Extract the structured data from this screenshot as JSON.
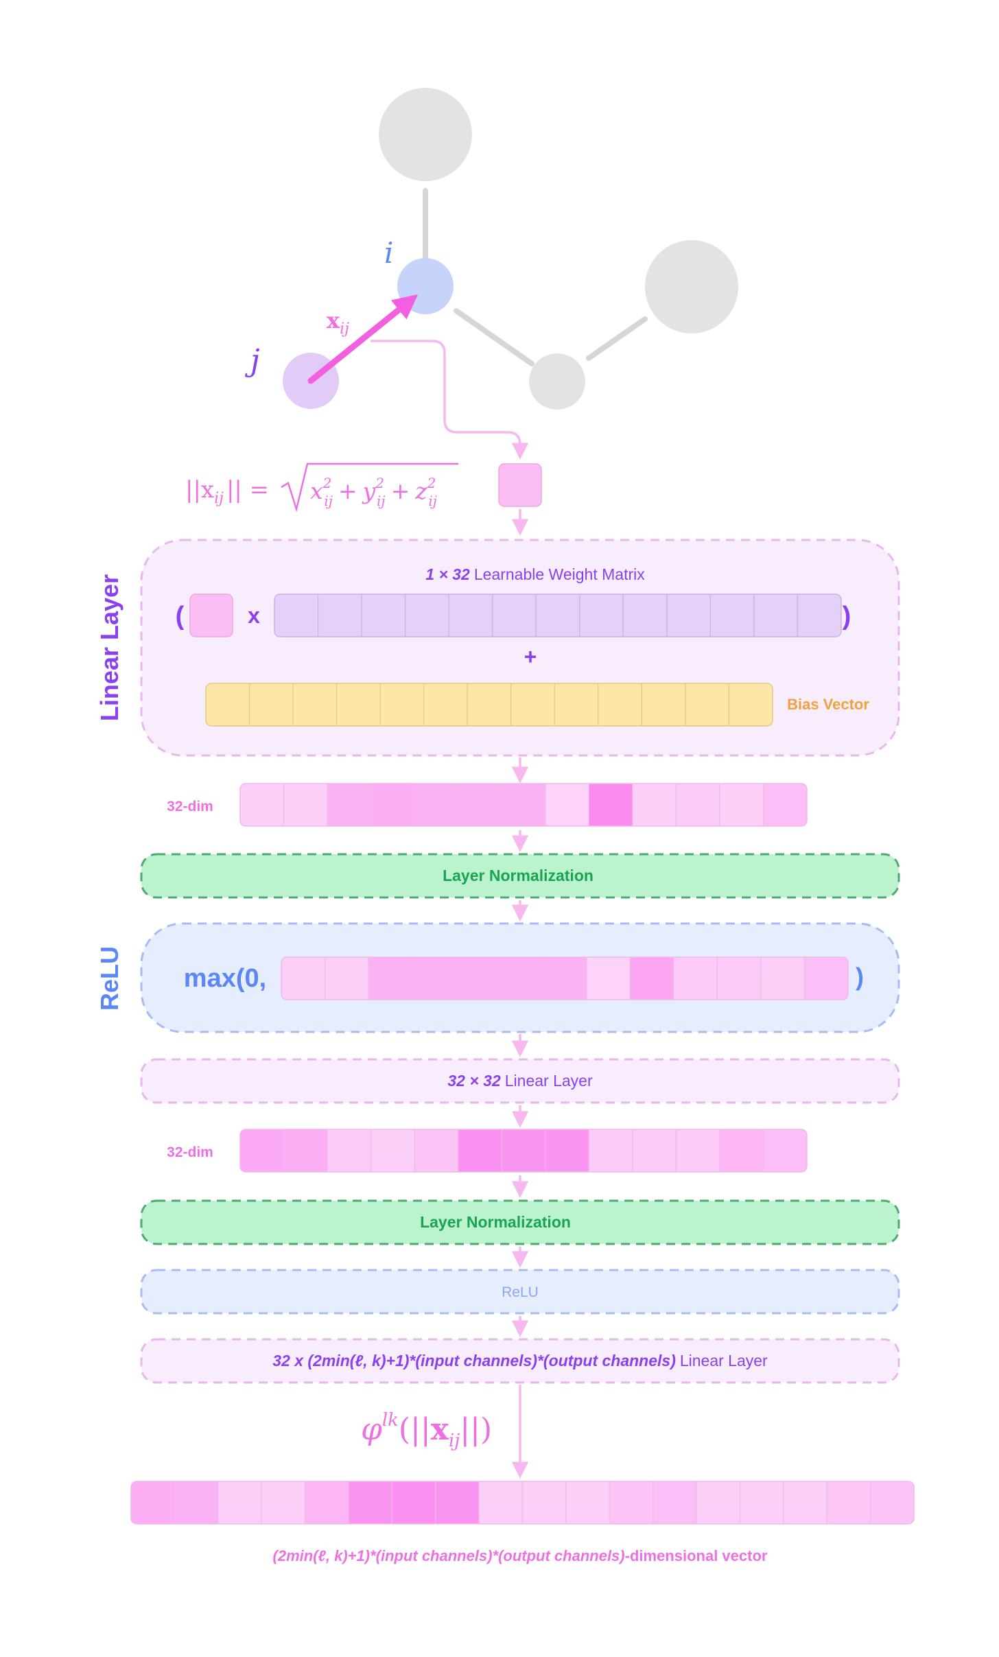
{
  "graph": {
    "label_i": "i",
    "label_j": "j",
    "edge_label": "x",
    "edge_label_sub": "ij",
    "colors": {
      "node_gray": "#e3e3e3",
      "edge_gray": "#d6d6d6",
      "node_i": "#c6d3fb",
      "node_j": "#e3cbf7",
      "arrow": "#f25fe0"
    }
  },
  "norm_formula": {
    "lhs": "||x",
    "lhs_sub": "ij",
    "lhs_close": "|| =",
    "x": "x",
    "y": "y",
    "z": "z",
    "sub": "ij",
    "sup": "2",
    "plus": "+"
  },
  "linear_layer": {
    "side_label": "Linear Layer",
    "title_dims": "1 × 32",
    "title_rest": "Learnable Weight Matrix",
    "open_paren": "(",
    "times": "x",
    "close_paren": ")",
    "plus": "+",
    "bias_label": "Bias Vector"
  },
  "vec1": {
    "label": "32-dim",
    "levels": [
      0.2,
      0.2,
      0.55,
      0.6,
      0.55,
      0.55,
      0.55,
      0.15,
      1.0,
      0.2,
      0.25,
      0.2,
      0.4
    ]
  },
  "norm1": {
    "label": "Layer Normalization"
  },
  "relu": {
    "side_label": "ReLU",
    "prefix": "max(0,",
    "suffix": ")",
    "levels": [
      0.2,
      0.2,
      0.55,
      0.55,
      0.55,
      0.55,
      0.55,
      0.15,
      0.7,
      0.25,
      0.25,
      0.2,
      0.4
    ]
  },
  "linear2": {
    "dims": "32 × 32",
    "rest": "Linear Layer"
  },
  "vec2": {
    "label": "32-dim",
    "levels": [
      0.65,
      0.6,
      0.25,
      0.2,
      0.35,
      0.95,
      0.9,
      0.9,
      0.25,
      0.25,
      0.25,
      0.5,
      0.4
    ]
  },
  "norm2": {
    "label": "Layer Normalization"
  },
  "relu2": {
    "label": "ReLU"
  },
  "linear3": {
    "dims": "32 x (2min(ℓ, k)+1)*(input channels)*(output channels)",
    "rest": "Linear Layer"
  },
  "phi": {
    "symbol": "φ",
    "sup": "lk",
    "arg_open": "(||",
    "x": "x",
    "sub": "ij",
    "arg_close": "||)"
  },
  "output_vec": {
    "levels": [
      0.6,
      0.55,
      0.2,
      0.2,
      0.5,
      0.9,
      0.95,
      0.9,
      0.2,
      0.2,
      0.2,
      0.35,
      0.4,
      0.2,
      0.2,
      0.2,
      0.3,
      0.35
    ],
    "caption_italic": "(2min(ℓ, k)+1)*(input channels)*(output channels)",
    "caption_rest": "-dimensional vector"
  },
  "colors": {
    "purple": "#8b3ff0",
    "pink": "#ee6fe2",
    "green": "#1aa352",
    "blue": "#5b86f5",
    "orange": "#f2a23c",
    "arrow_pink": "#f7b8ef"
  }
}
